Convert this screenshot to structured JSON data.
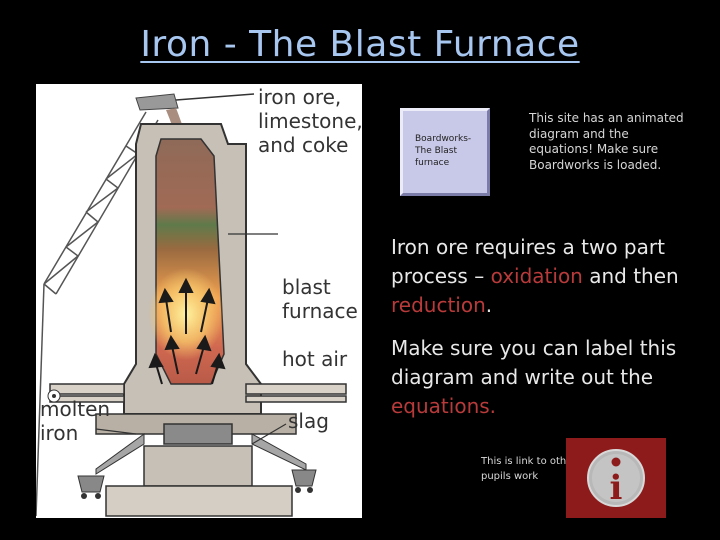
{
  "title": "Iron - The Blast Furnace",
  "diagram": {
    "labels": {
      "charge_1": "iron ore,",
      "charge_2": "limestone,",
      "charge_3": "and coke",
      "furnace_1": "blast",
      "furnace_2": "furnace",
      "hot_air": "hot air",
      "molten_1": "molten",
      "molten_2": "iron",
      "slag": "slag"
    }
  },
  "boardworks_button": {
    "line1": "Boardworks-",
    "line2": "The Blast",
    "line3": "furnace"
  },
  "note_text": "This site has an animated diagram and the equations! Make sure Boardworks is loaded.",
  "paragraph1": {
    "part1": "Iron ore requires a two part process – ",
    "oxidation": "oxidation",
    "part2": " and then ",
    "reduction": "reduction",
    "part3": "."
  },
  "paragraph2": {
    "part1": "Make sure you can label this diagram and write out the ",
    "equations": "equations."
  },
  "link_text": "This is link to other pupils work",
  "info_button": {
    "icon": "info-icon",
    "glyph": "i"
  },
  "colors": {
    "title": "#a8c7f0",
    "highlight": "#b83a3a",
    "info_bg": "#8e1b1b"
  }
}
